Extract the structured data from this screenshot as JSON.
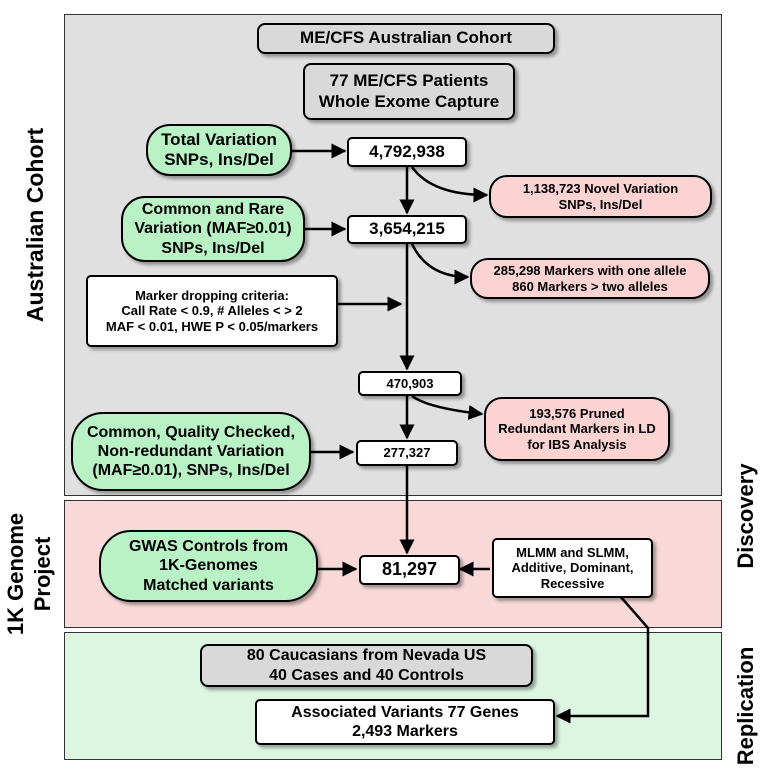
{
  "side_labels": {
    "australian_cohort": "Australian Cohort",
    "genome_project_line1": "1K Genome",
    "genome_project_line2": "Project",
    "discovery": "Discovery",
    "replication": "Replication"
  },
  "nodes": {
    "cohort_title": [
      "ME/CFS Australian Cohort"
    ],
    "patients": [
      "77 ME/CFS Patients",
      "Whole Exome Capture"
    ],
    "total_variation": [
      "Total Variation",
      "SNPs, Ins/Del"
    ],
    "count_total": [
      "4,792,938"
    ],
    "novel_variation": [
      "1,138,723 Novel Variation",
      "SNPs, Ins/Del"
    ],
    "common_rare": [
      "Common and Rare",
      "Variation (MAF≥0.01)",
      "SNPs, Ins/Del"
    ],
    "count_common_rare": [
      "3,654,215"
    ],
    "allele_markers": [
      "285,298 Markers with one allele",
      "860 Markers > two alleles"
    ],
    "dropping_criteria": [
      "Marker dropping criteria:",
      "Call Rate < 0.9, # Alleles < > 2",
      "MAF < 0.01, HWE P < 0.05/markers"
    ],
    "count_filtered": [
      "470,903"
    ],
    "pruned_markers": [
      "193,576 Pruned",
      "Redundant Markers in LD",
      "for IBS Analysis"
    ],
    "quality_checked": [
      "Common, Quality Checked,",
      "Non-redundant Variation",
      "(MAF≥0.01), SNPs, Ins/Del"
    ],
    "count_pruned": [
      "277,327"
    ],
    "gwas_controls": [
      "GWAS Controls from",
      "1K-Genomes",
      "Matched variants"
    ],
    "count_gwas": [
      "81,297"
    ],
    "models": [
      "MLMM and SLMM,",
      "Additive, Dominant,",
      "Recessive"
    ],
    "nevada_cohort": [
      "80 Caucasians from Nevada US",
      "40 Cases and 40 Controls"
    ],
    "associated_variants": [
      "Associated Variants 77 Genes",
      "2,493 Markers"
    ]
  },
  "colors": {
    "panel_gray": "#e0e0e0",
    "panel_pink": "#f8d9d8",
    "panel_green": "#dcf6e2",
    "node_green": "#b9f2c4",
    "node_pink": "#fbd3d3",
    "node_gray": "#d9d9d9"
  }
}
